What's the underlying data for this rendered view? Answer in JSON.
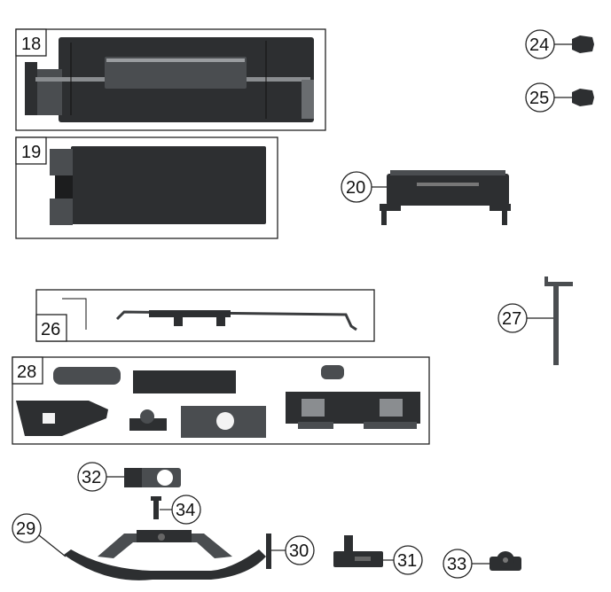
{
  "colors": {
    "outline": "#222222",
    "part_dark": "#2d2f31",
    "part_mid": "#4a4d50",
    "part_light": "#8a8d90",
    "background": "#ffffff"
  },
  "parts": {
    "p18": {
      "label": "18"
    },
    "p19": {
      "label": "19"
    },
    "p20": {
      "label": "20"
    },
    "p24": {
      "label": "24"
    },
    "p25": {
      "label": "25"
    },
    "p26": {
      "label": "26"
    },
    "p27": {
      "label": "27"
    },
    "p28": {
      "label": "28"
    },
    "p29": {
      "label": "29"
    },
    "p30": {
      "label": "30"
    },
    "p31": {
      "label": "31"
    },
    "p32": {
      "label": "32"
    },
    "p33": {
      "label": "33"
    },
    "p34": {
      "label": "34"
    }
  }
}
